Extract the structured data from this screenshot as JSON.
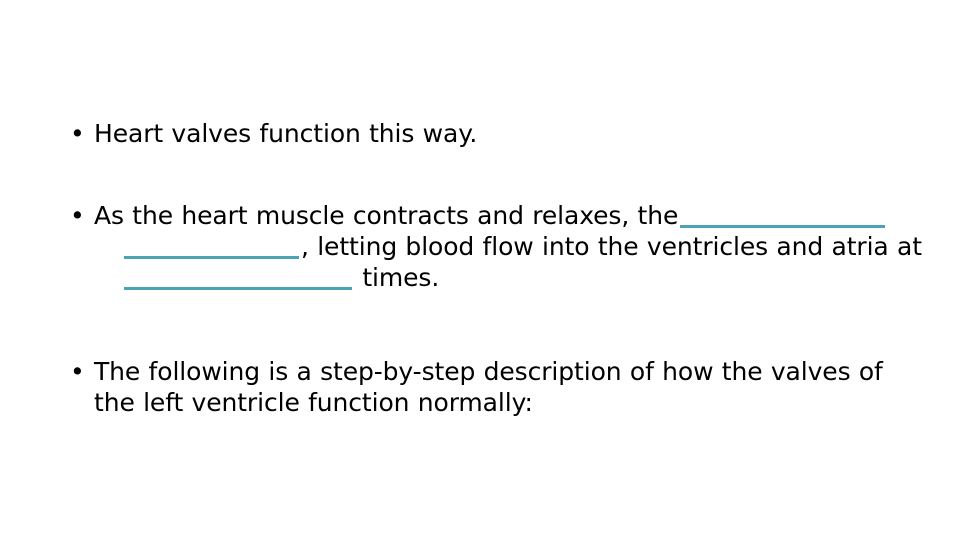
{
  "slide": {
    "background_color": "#FFFFFF",
    "text_color": "#000000",
    "blank_underline_color": "#4BA3B5",
    "bullet_glyph": "•"
  },
  "bullets": [
    {
      "id": "bullet-1",
      "marker": "•",
      "lines": [
        {
          "segments": [
            {
              "type": "text",
              "value": "Heart valves function this way."
            }
          ]
        }
      ]
    },
    {
      "id": "bullet-2",
      "marker": "•",
      "lines": [
        {
          "segments": [
            {
              "type": "text",
              "value": "As the heart muscle contracts and relaxes, the"
            },
            {
              "type": "blank",
              "width": "w1"
            }
          ]
        },
        {
          "segments": [
            {
              "type": "blank",
              "width": "w2"
            },
            {
              "type": "text",
              "value": ", letting blood flow into the ventricles and atria at"
            }
          ]
        },
        {
          "segments": [
            {
              "type": "blank",
              "width": "w3"
            },
            {
              "type": "text",
              "value": " times."
            }
          ]
        }
      ]
    },
    {
      "id": "bullet-3",
      "marker": "•",
      "lines": [
        {
          "segments": [
            {
              "type": "text",
              "value": "The following is a step-by-step description of how the valves of"
            }
          ]
        },
        {
          "segments": [
            {
              "type": "text",
              "value": "the left ventricle function normally:"
            }
          ]
        }
      ]
    }
  ],
  "text": {
    "b1_l1": "Heart valves function this way.",
    "b2_l1": "As the heart muscle contracts and relaxes, the",
    "b2_l2": ", letting blood flow into the ventricles and atria at",
    "b2_l3": " times.",
    "b3_l1": "The following is a step-by-step description of how the valves of",
    "b3_l2": "the left ventricle function normally:",
    "marker": "•"
  }
}
